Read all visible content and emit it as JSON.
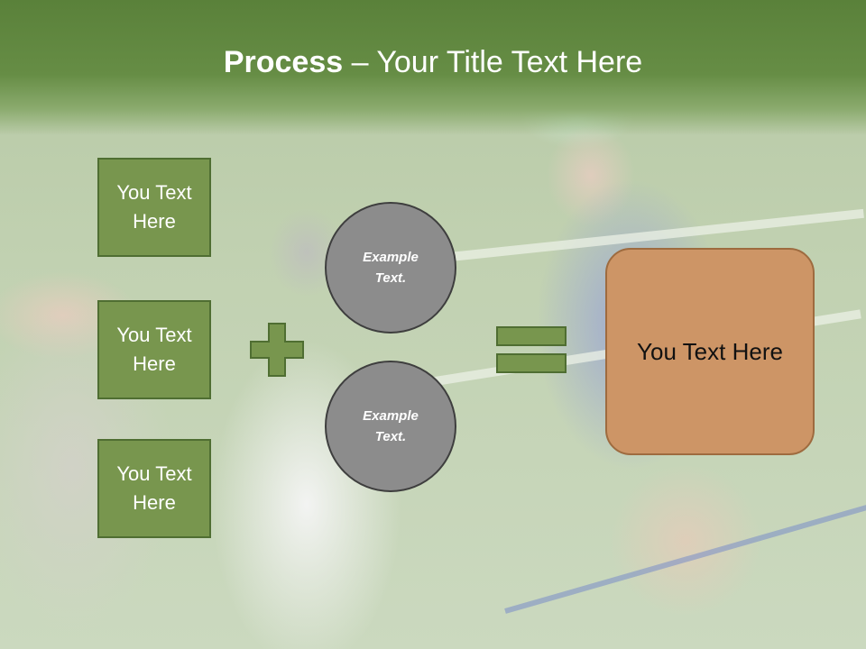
{
  "slide": {
    "title_bold": "Process",
    "title_rest": " – Your Title Text Here"
  },
  "left_boxes": [
    {
      "line1": "You Text",
      "line2": "Here"
    },
    {
      "line1": "You Text",
      "line2": "Here"
    },
    {
      "line1": "You Text",
      "line2": "Here"
    }
  ],
  "circles": [
    {
      "line1": "Example",
      "line2": "Text."
    },
    {
      "line1": "Example",
      "line2": "Text."
    }
  ],
  "result": {
    "label": "You Text Here"
  },
  "colors": {
    "title_band": "#668d45",
    "green_box": "#78964e",
    "green_border": "#4f6e32",
    "circle_fill": "#8c8c8c",
    "result_fill": "#cd9566"
  },
  "icons": {
    "plus": "plus-icon",
    "equals": "equals-icon"
  }
}
